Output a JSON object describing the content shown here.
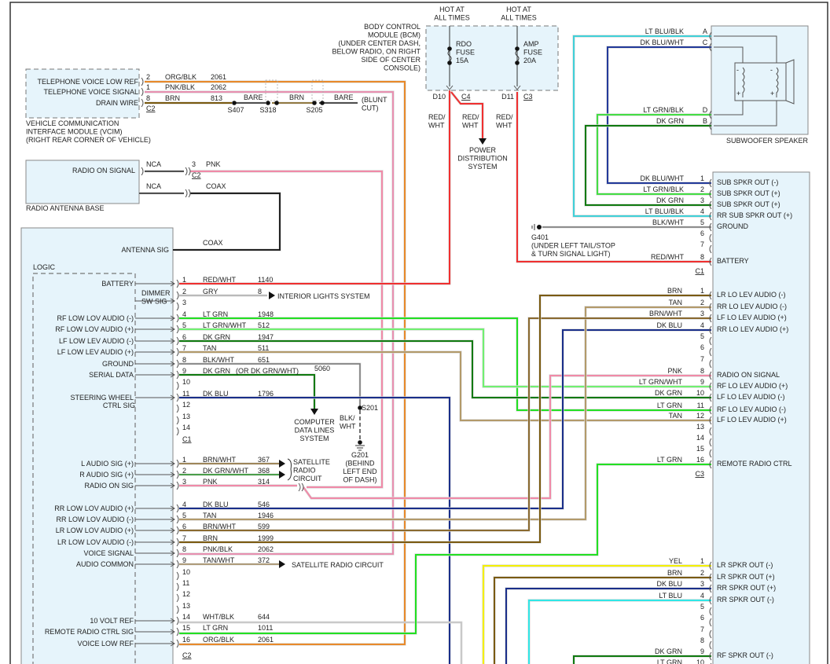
{
  "colors": {
    "RED/WHT": "#f03030",
    "GRY": "#b0b0b0",
    "LT GRN": "#22e022",
    "LT GRN/WHT": "#70f070",
    "DK GRN": "#107a10",
    "TAN": "#b39a6a",
    "BLK/WHT": "#777777",
    "DK BLU": "#1a2f8a",
    "BRN/WHT": "#8a6a30",
    "DK GRN/WHT": "#1b8a1b",
    "PNK": "#f08aa8",
    "BRN": "#7a5a10",
    "PNK/BLK": "#e890b0",
    "TAN/WHT": "#a0885a",
    "WHT/BLK": "#c4c4c4",
    "ORG/BLK": "#e88a2a",
    "YEL": "#f4f000",
    "LT BLU": "#30e6e6",
    "LT BLU/BLK": "#40d0d8",
    "DK BLU/WHT": "#233a9a",
    "LT GRN/BLK": "#44dd44",
    "COAX": "#222222",
    "BARE": "#222222"
  },
  "bcm": {
    "label": [
      "BODY CONTROL",
      "MODULE (BCM)",
      "(UNDER CENTER DASH,",
      "BELOW RADIO, ON RIGHT",
      "SIDE OF CENTER",
      "CONSOLE)"
    ],
    "hot1": [
      "HOT AT",
      "ALL TIMES"
    ],
    "hot2": [
      "HOT AT",
      "ALL TIMES"
    ],
    "fuse1": [
      "RDO",
      "FUSE",
      "15A"
    ],
    "fuse2": [
      "AMP",
      "FUSE",
      "20A"
    ],
    "pin1": "D10",
    "conn1": "C4",
    "pin2": "D11",
    "conn2": "C3",
    "wire_labels": [
      "RED/",
      "WHT"
    ],
    "power_dist": [
      "POWER",
      "DISTRIBUTION",
      "SYSTEM"
    ]
  },
  "vcim": {
    "label": [
      "VEHICLE COMMUNICATION",
      "INTERFACE MODULE (VCIM)",
      "(RIGHT REAR CORNER OF VEHICLE)"
    ],
    "conn": "C2",
    "pins": [
      {
        "name": "TELEPHONE VOICE LOW REF",
        "pin": "2",
        "color": "ORG/BLK",
        "circuit": "2061"
      },
      {
        "name": "TELEPHONE VOICE SIGNAL",
        "pin": "1",
        "color": "PNK/BLK",
        "circuit": "2062"
      },
      {
        "name": "DRAIN WIRE",
        "pin": "8",
        "color": "BRN",
        "circuit": "813"
      }
    ],
    "drain": {
      "splices": [
        "S407",
        "S318",
        "S205"
      ],
      "segments": [
        "BARE",
        "BRN",
        "BARE"
      ],
      "end": [
        "(BLUNT",
        "CUT)"
      ]
    }
  },
  "antenna": {
    "label": "RADIO ANTENNA BASE",
    "pin_label": "RADIO ON SIGNAL",
    "nca1": "NCA",
    "nca2": "NCA",
    "pin": "3",
    "color": "PNK",
    "conn": "C2",
    "coax": "COAX"
  },
  "radio": {
    "antenna_sig": "ANTENNA SIG",
    "coax": "COAX",
    "logic": "LOGIC",
    "c1_conn": "C1",
    "c2_conn": "C2",
    "c1": [
      {
        "pin": "1",
        "name": "BATTERY",
        "color": "RED/WHT",
        "circuit": "1140"
      },
      {
        "pin": "2",
        "name": "",
        "color": "GRY",
        "circuit": "8"
      },
      {
        "pin": "3",
        "name": "",
        "color": "",
        "circuit": ""
      },
      {
        "pin": "4",
        "name": "RF LOW LOV AUDIO (-)",
        "color": "LT GRN",
        "circuit": "1948"
      },
      {
        "pin": "5",
        "name": "RF LOW LOV AUDIO (+)",
        "color": "LT GRN/WHT",
        "circuit": "512"
      },
      {
        "pin": "6",
        "name": "LF LOW LEV AUDIO (-)",
        "color": "DK GRN",
        "circuit": "1947"
      },
      {
        "pin": "7",
        "name": "LF LOW LEV AUDIO (+)",
        "color": "TAN",
        "circuit": "511"
      },
      {
        "pin": "8",
        "name": "GROUND",
        "color": "BLK/WHT",
        "circuit": "651"
      },
      {
        "pin": "9",
        "name": "SERIAL DATA",
        "color": "DK GRN",
        "circuit": ""
      },
      {
        "pin": "10",
        "name": "",
        "color": "",
        "circuit": ""
      },
      {
        "pin": "11",
        "name": "STEERING WHEEL",
        "color": "DK BLU",
        "circuit": "1796"
      },
      {
        "pin": "12",
        "name": "",
        "color": "",
        "circuit": ""
      },
      {
        "pin": "13",
        "name": "",
        "color": "",
        "circuit": ""
      },
      {
        "pin": "14",
        "name": "",
        "color": "",
        "circuit": ""
      }
    ],
    "dimmer": [
      "DIMMER",
      "SW SIG"
    ],
    "steering2": "CTRL SIG",
    "serial_alt": "(OR DK GRN/WHT)",
    "serial_circuit": "5060",
    "interior_lights": "INTERIOR LIGHTS SYSTEM",
    "computer_data": [
      "COMPUTER",
      "DATA LINES",
      "SYSTEM"
    ],
    "s201": "S201",
    "blkwht": [
      "BLK/",
      "WHT"
    ],
    "g201": [
      "G201",
      "(BEHIND",
      "LEFT END",
      "OF DASH)"
    ],
    "c2": [
      {
        "pin": "1",
        "name": "L AUDIO SIG (+)",
        "color": "BRN/WHT",
        "circuit": "367"
      },
      {
        "pin": "2",
        "name": "R AUDIO SIG (+)",
        "color": "DK GRN/WHT",
        "circuit": "368"
      },
      {
        "pin": "3",
        "name": "RADIO ON SIG",
        "color": "PNK",
        "circuit": "314"
      },
      {
        "pin": "4",
        "name": "RR LOW LOV AUDIO (+)",
        "color": "DK BLU",
        "circuit": "546"
      },
      {
        "pin": "5",
        "name": "RR LOW LOV AUDIO (-)",
        "color": "TAN",
        "circuit": "1946"
      },
      {
        "pin": "6",
        "name": "LR LOW LOV AUDIO (+)",
        "color": "BRN/WHT",
        "circuit": "599"
      },
      {
        "pin": "7",
        "name": "LR LOW LOV AUDIO (-)",
        "color": "BRN",
        "circuit": "1999"
      },
      {
        "pin": "8",
        "name": "VOICE SIGNAL",
        "color": "PNK/BLK",
        "circuit": "2062"
      },
      {
        "pin": "9",
        "name": "AUDIO COMMON",
        "color": "TAN/WHT",
        "circuit": "372"
      },
      {
        "pin": "10",
        "name": "",
        "color": "",
        "circuit": ""
      },
      {
        "pin": "11",
        "name": "",
        "color": "",
        "circuit": ""
      },
      {
        "pin": "12",
        "name": "",
        "color": "",
        "circuit": ""
      },
      {
        "pin": "13",
        "name": "",
        "color": "",
        "circuit": ""
      },
      {
        "pin": "14",
        "name": "10 VOLT REF",
        "color": "WHT/BLK",
        "circuit": "644"
      },
      {
        "pin": "15",
        "name": "REMOTE RADIO CTRL SIG",
        "color": "LT GRN",
        "circuit": "1011"
      },
      {
        "pin": "16",
        "name": "VOICE LOW REF",
        "color": "ORG/BLK",
        "circuit": "2061"
      }
    ],
    "satellite": [
      "SATELLITE",
      "RADIO",
      "CIRCUIT"
    ],
    "satellite2": "SATELLITE RADIO CIRCUIT"
  },
  "subwoofer": {
    "label": "SUBWOOFER SPEAKER",
    "pins": [
      {
        "pin": "A",
        "color": "LT BLU/BLK"
      },
      {
        "pin": "C",
        "color": "DK BLU/WHT"
      },
      {
        "pin": "D",
        "color": "LT GRN/BLK"
      },
      {
        "pin": "B",
        "color": "DK GRN"
      }
    ]
  },
  "amp": {
    "g401": [
      "G401",
      "(UNDER LEFT TAIL/STOP",
      "& TURN SIGNAL LIGHT)"
    ],
    "c1_conn": "C1",
    "c3_conn": "C3",
    "c1": [
      {
        "pin": "1",
        "color": "DK BLU/WHT",
        "name": "SUB SPKR OUT (-)"
      },
      {
        "pin": "2",
        "color": "LT GRN/BLK",
        "name": "SUB SPKR OUT (+)"
      },
      {
        "pin": "3",
        "color": "DK GRN",
        "name": "SUB SPKR OUT (+)"
      },
      {
        "pin": "4",
        "color": "LT BLU/BLK",
        "name": "RR SUB SPKR OUT (+)"
      },
      {
        "pin": "5",
        "color": "BLK/WHT",
        "name": "GROUND"
      },
      {
        "pin": "6",
        "color": "",
        "name": ""
      },
      {
        "pin": "7",
        "color": "",
        "name": ""
      },
      {
        "pin": "8",
        "color": "RED/WHT",
        "name": "BATTERY"
      }
    ],
    "c3": [
      {
        "pin": "1",
        "color": "BRN",
        "name": "LR LO LEV AUDIO (-)"
      },
      {
        "pin": "2",
        "color": "TAN",
        "name": "RR LO LEV AUDIO (-)"
      },
      {
        "pin": "3",
        "color": "BRN/WHT",
        "name": "LF LO LEV AUDIO (+)"
      },
      {
        "pin": "4",
        "color": "DK BLU",
        "name": "RR LO LEV AUDIO (+)"
      },
      {
        "pin": "5",
        "color": "",
        "name": ""
      },
      {
        "pin": "6",
        "color": "",
        "name": ""
      },
      {
        "pin": "7",
        "color": "",
        "name": ""
      },
      {
        "pin": "8",
        "color": "PNK",
        "name": "RADIO ON SIGNAL"
      },
      {
        "pin": "9",
        "color": "LT GRN/WHT",
        "name": "RF LO LEV AUDIO (+)"
      },
      {
        "pin": "10",
        "color": "DK GRN",
        "name": "LF LO LEV AUDIO (-)"
      },
      {
        "pin": "11",
        "color": "LT GRN",
        "name": "RF LO LEV AUDIO (-)"
      },
      {
        "pin": "12",
        "color": "TAN",
        "name": "LF LO LEV AUDIO (+)"
      },
      {
        "pin": "13",
        "color": "",
        "name": ""
      },
      {
        "pin": "14",
        "color": "",
        "name": ""
      },
      {
        "pin": "15",
        "color": "",
        "name": ""
      },
      {
        "pin": "16",
        "color": "LT GRN",
        "name": "REMOTE RADIO CTRL"
      }
    ],
    "c2": [
      {
        "pin": "1",
        "color": "YEL",
        "name": "LR SPKR OUT (-)"
      },
      {
        "pin": "2",
        "color": "BRN",
        "name": "LR SPKR OUT (+)"
      },
      {
        "pin": "3",
        "color": "DK BLU",
        "name": "RR SPKR OUT (+)"
      },
      {
        "pin": "4",
        "color": "LT BLU",
        "name": "RR SPKR OUT (-)"
      },
      {
        "pin": "5",
        "color": "",
        "name": ""
      },
      {
        "pin": "6",
        "color": "",
        "name": ""
      },
      {
        "pin": "7",
        "color": "",
        "name": ""
      },
      {
        "pin": "8",
        "color": "",
        "name": ""
      },
      {
        "pin": "9",
        "color": "DK GRN",
        "name": "RF SPKR OUT (-)"
      },
      {
        "pin": "10",
        "color": "LT GRN",
        "name": ""
      }
    ]
  }
}
